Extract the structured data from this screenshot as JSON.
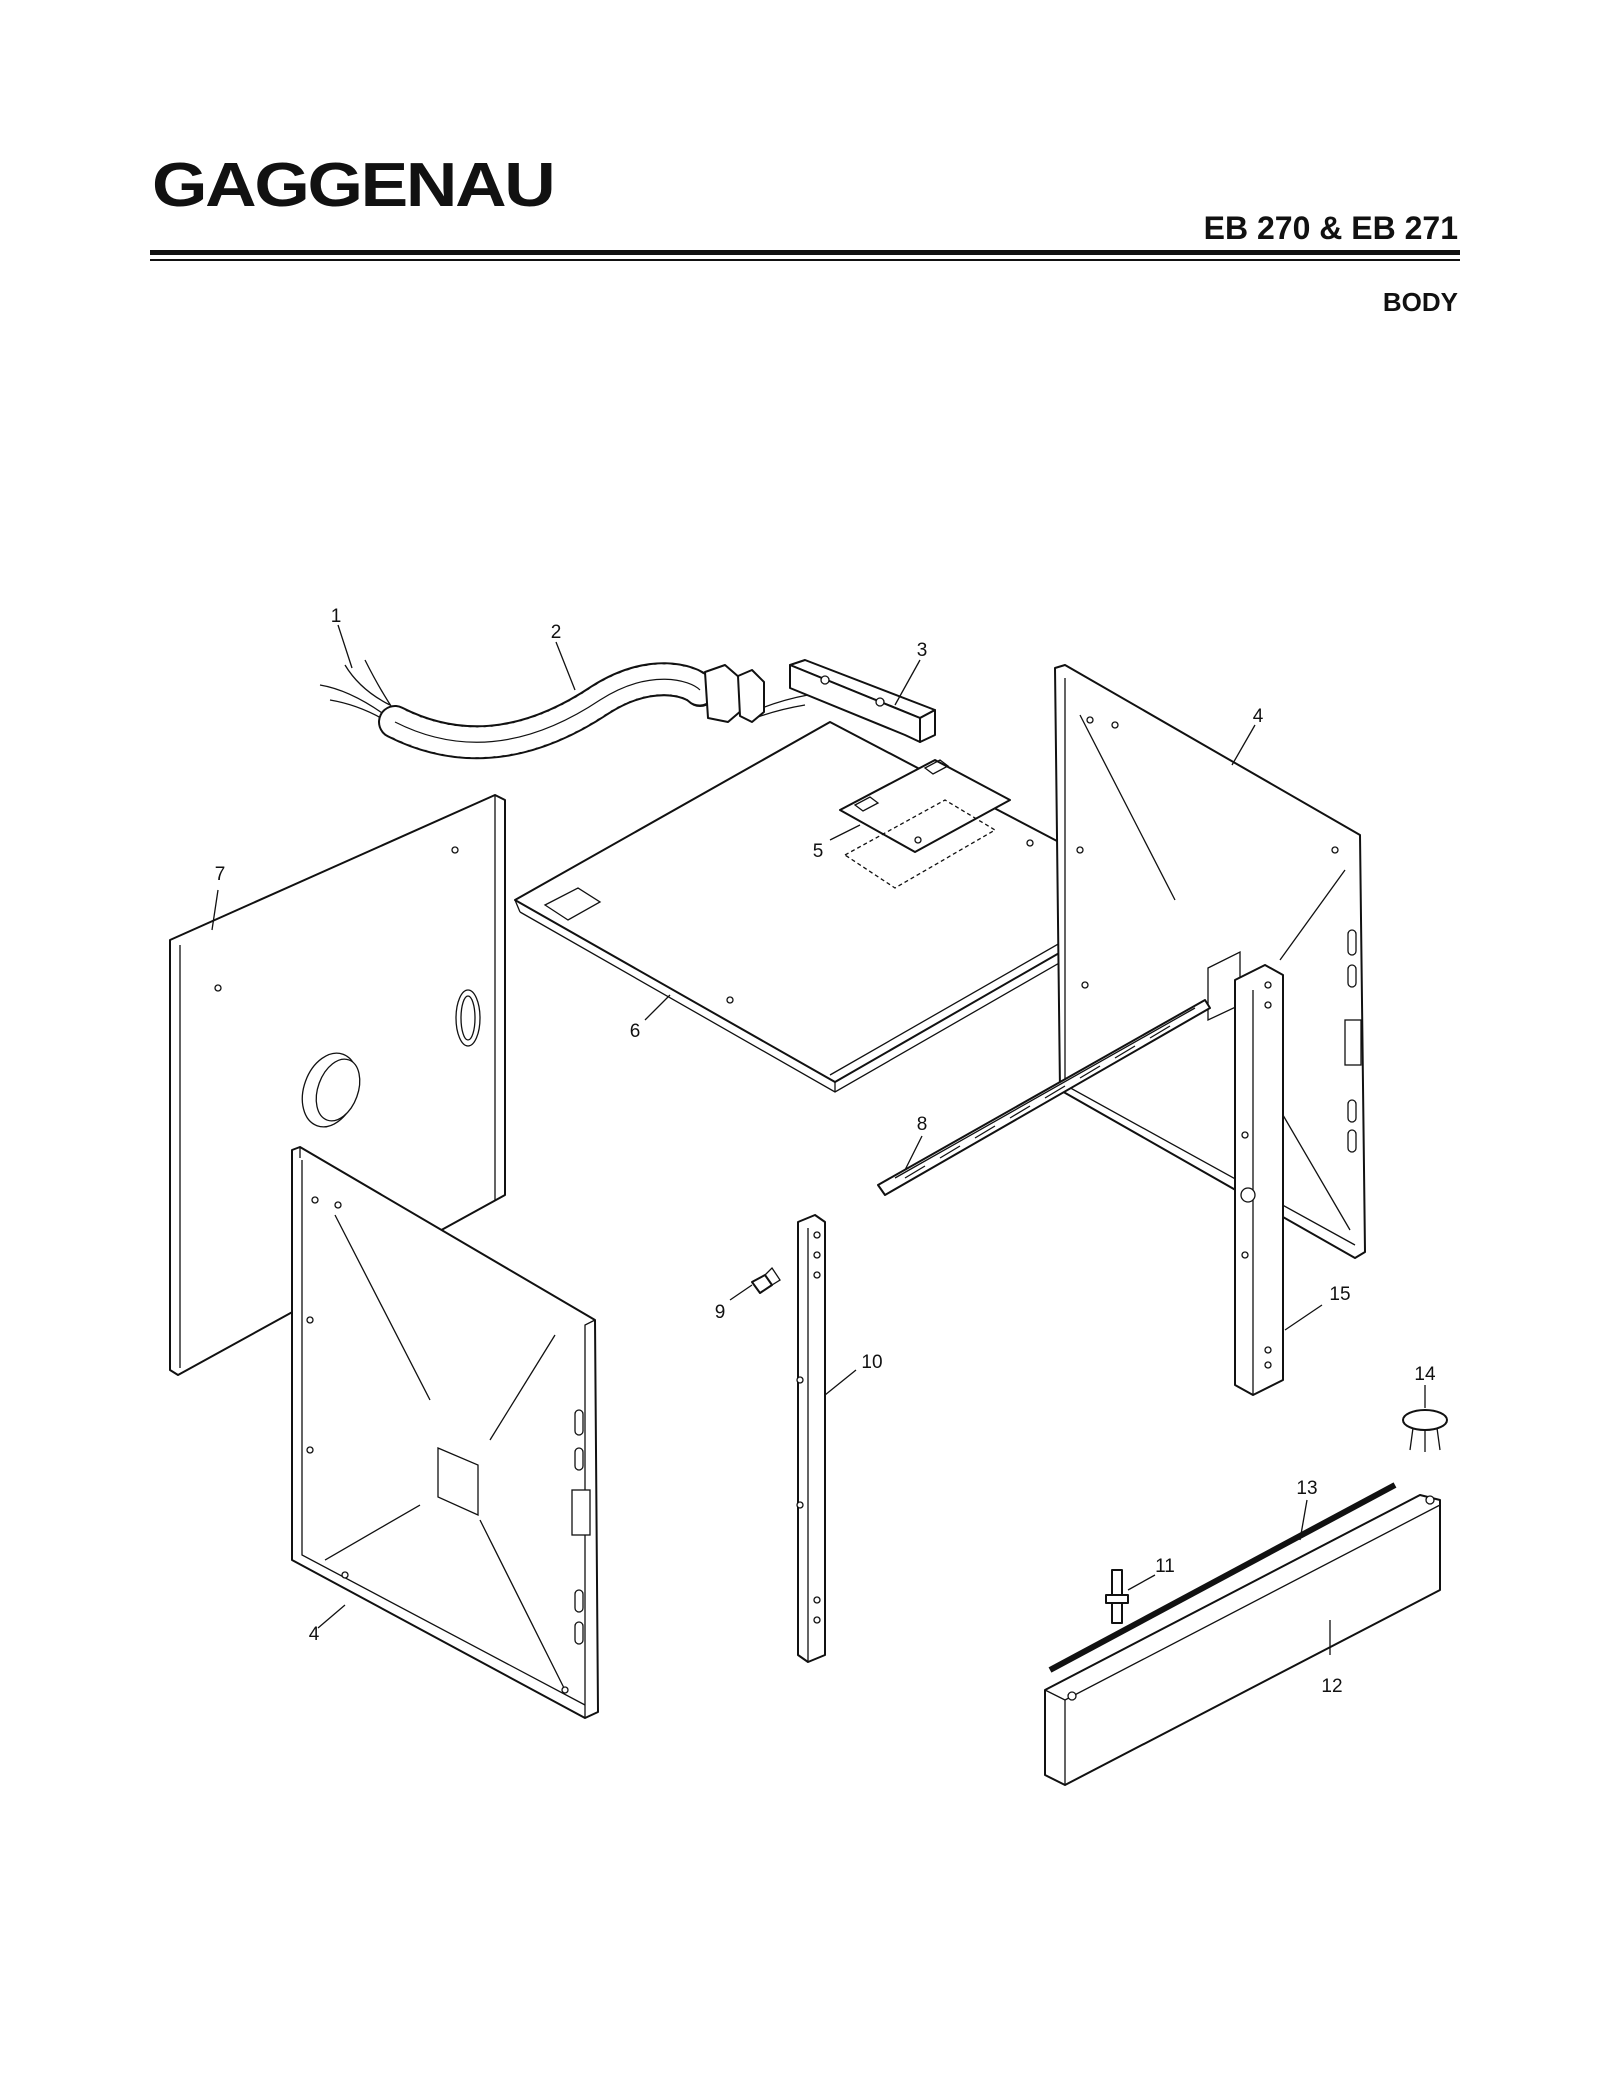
{
  "header": {
    "brand": "GAGGENAU",
    "model": "EB 270 & EB 271",
    "section": "BODY"
  },
  "callouts": {
    "c1": "1",
    "c2": "2",
    "c3": "3",
    "c4a": "4",
    "c4b": "4",
    "c5": "5",
    "c6": "6",
    "c7": "7",
    "c8": "8",
    "c9": "9",
    "c10": "10",
    "c11": "11",
    "c12": "12",
    "c13": "13",
    "c14": "14",
    "c15": "15"
  }
}
